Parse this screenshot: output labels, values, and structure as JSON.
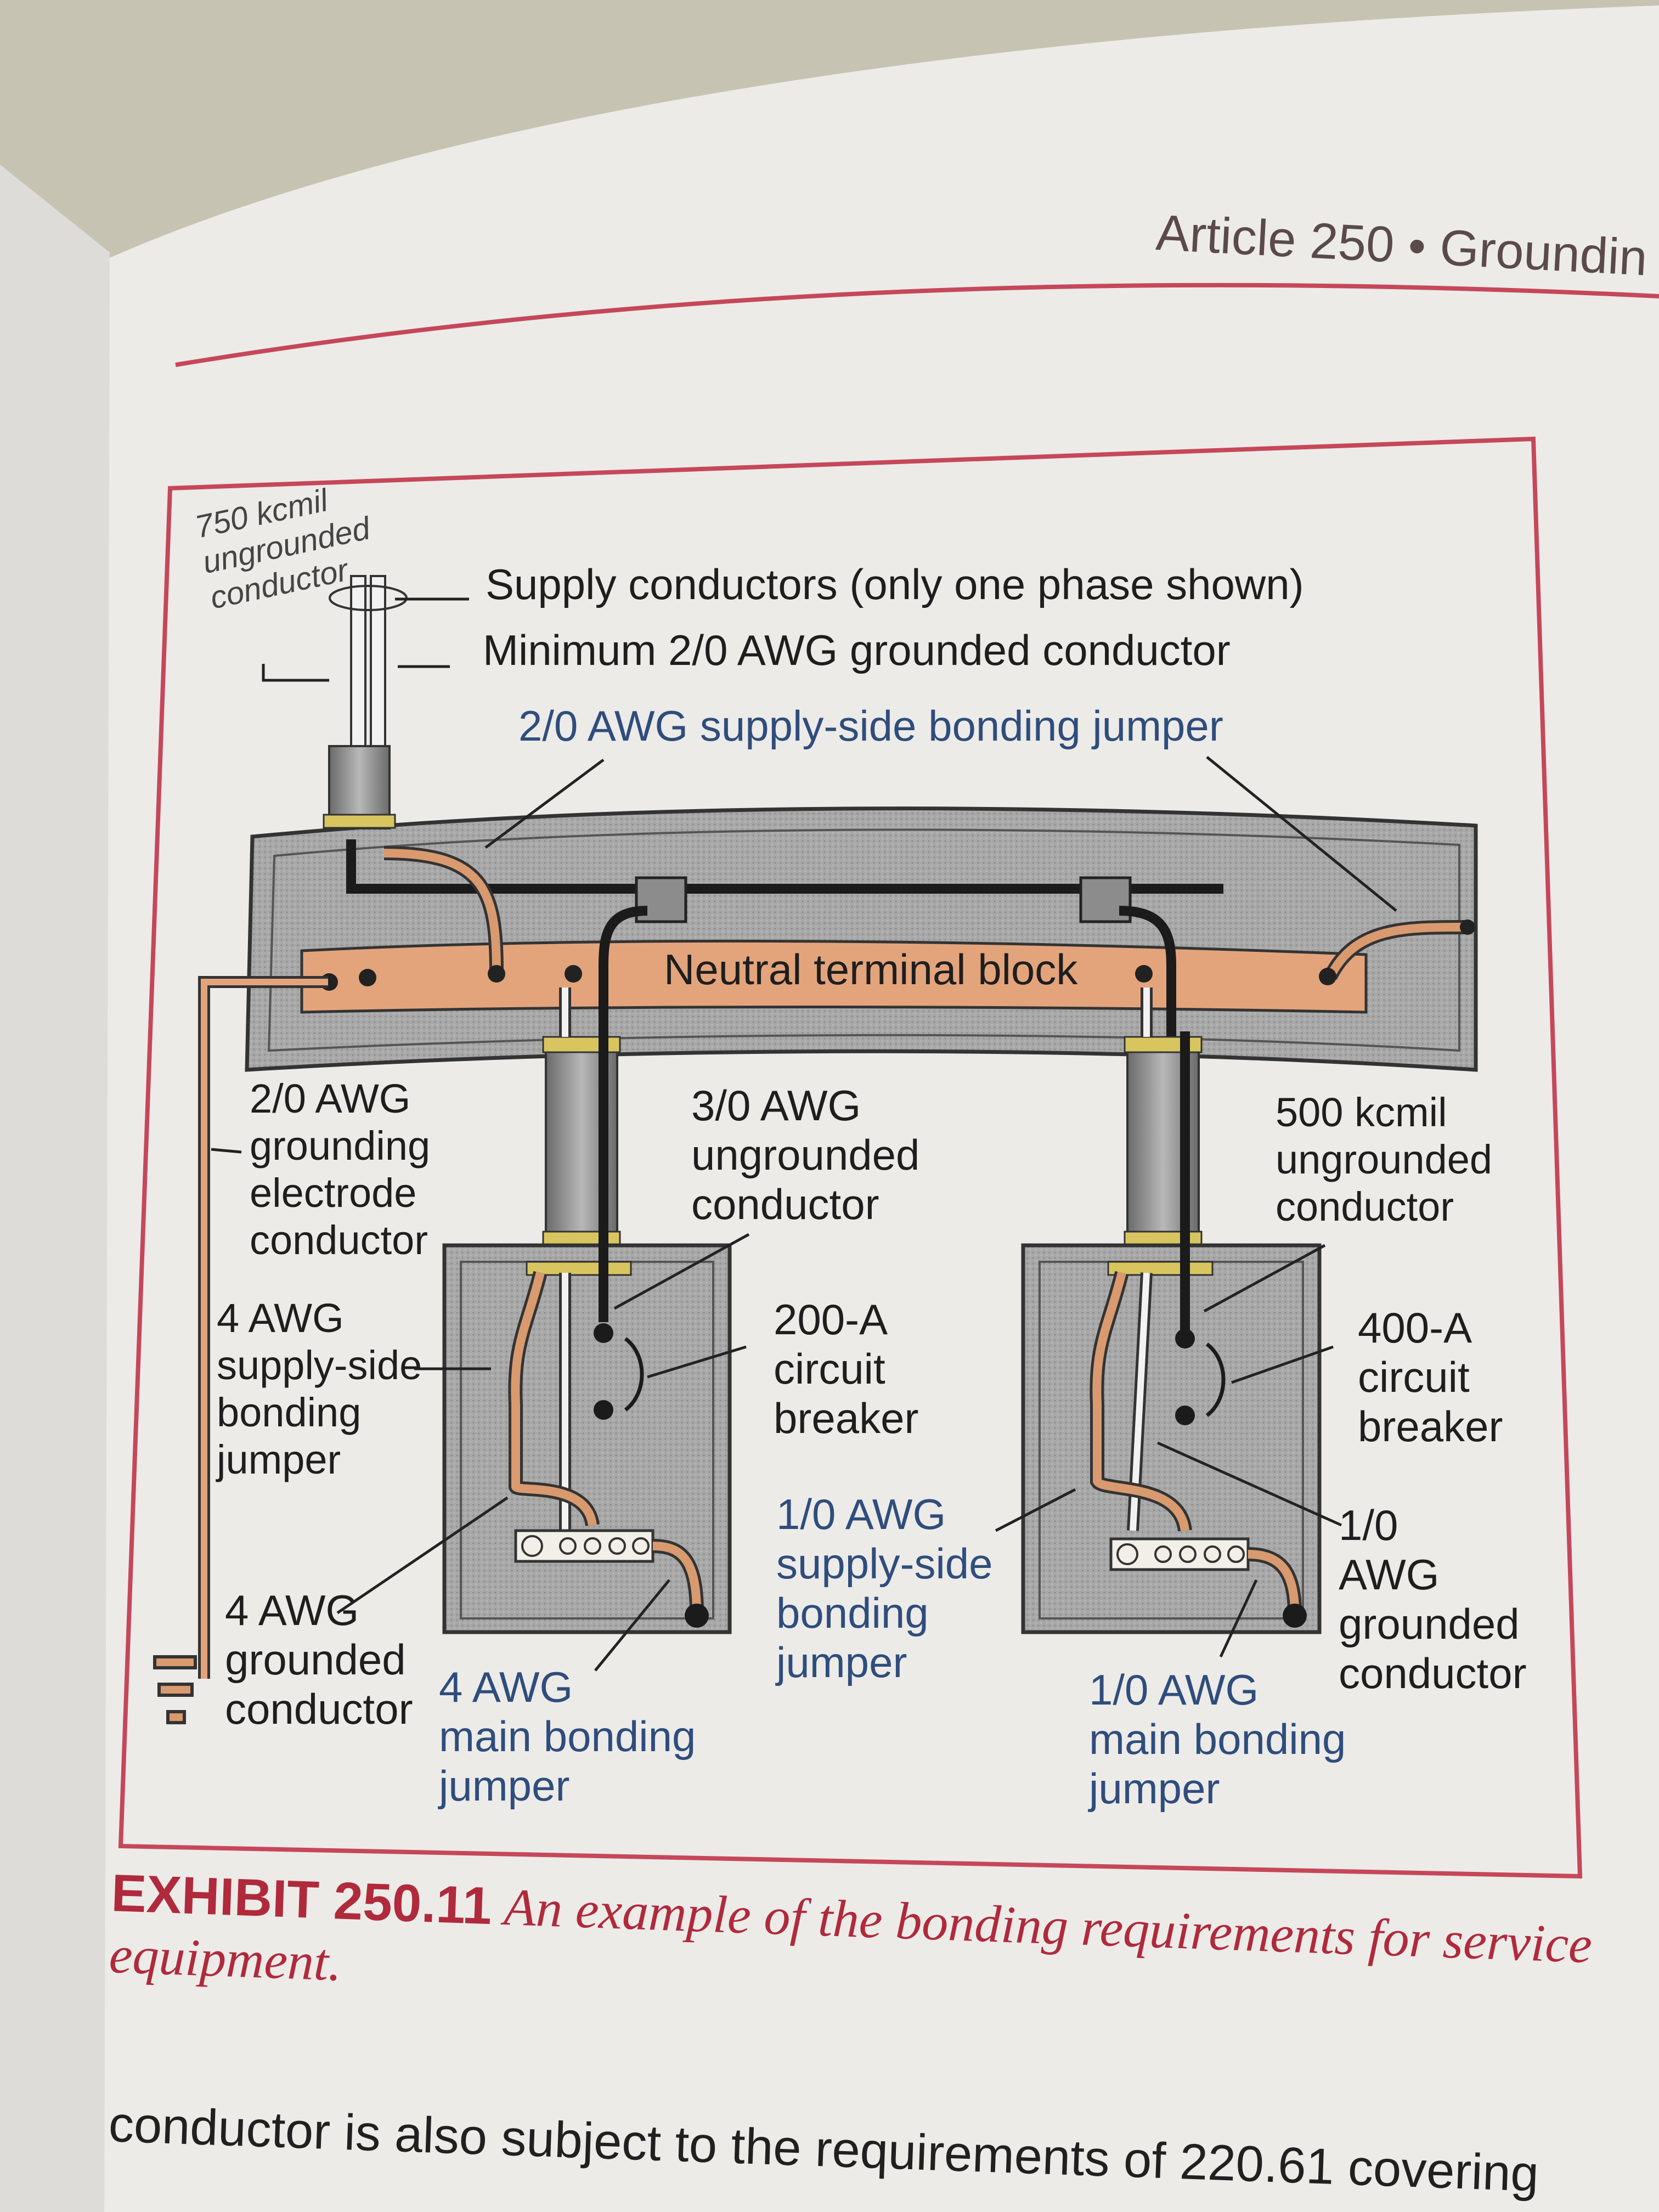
{
  "page_header": "Article 250 • Groundin",
  "diagram": {
    "labels": {
      "ungrounded_750": "750 kcmil\nungrounded\nconductor",
      "supply_conductors": "Supply conductors (only one phase shown)",
      "min_grounded": "Minimum 2/0 AWG grounded conductor",
      "supply_bonding_20": "2/0 AWG supply-side bonding jumper",
      "neutral_block": "Neutral terminal block",
      "gec": "2/0 AWG\ngrounding\nelectrode\nconductor",
      "ungrounded_30": "3/0 AWG\nungrounded\nconductor",
      "ungrounded_500": "500 kcmil\nungrounded\nconductor",
      "supply_bonding_4": "4 AWG\nsupply-side\nbonding\njumper",
      "breaker_200": "200-A\ncircuit\nbreaker",
      "breaker_400": "400-A\ncircuit\nbreaker",
      "supply_bonding_10": "1/0 AWG\nsupply-side\nbonding\njumper",
      "grounded_10": "1/0\nAWG\ngrounded\nconductor",
      "grounded_4": "4 AWG\ngrounded\nconductor",
      "main_bonding_4": "4 AWG\nmain bonding\njumper",
      "main_bonding_10": "1/0 AWG\nmain bonding\njumper"
    }
  },
  "caption": {
    "exhibit_number": "EXHIBIT 250.11",
    "text": "An example of the bonding requirements for service equipment."
  },
  "body_text": "conductor is also subject to the requirements of 220.61 covering",
  "colors": {
    "page": "#ebeae7",
    "frame": "#c6475a",
    "enclosure": "#9b9b9b",
    "neutral_bus": "#e3a47c",
    "copper": "#d89a6e",
    "label_blue": "#2f4d7c"
  }
}
